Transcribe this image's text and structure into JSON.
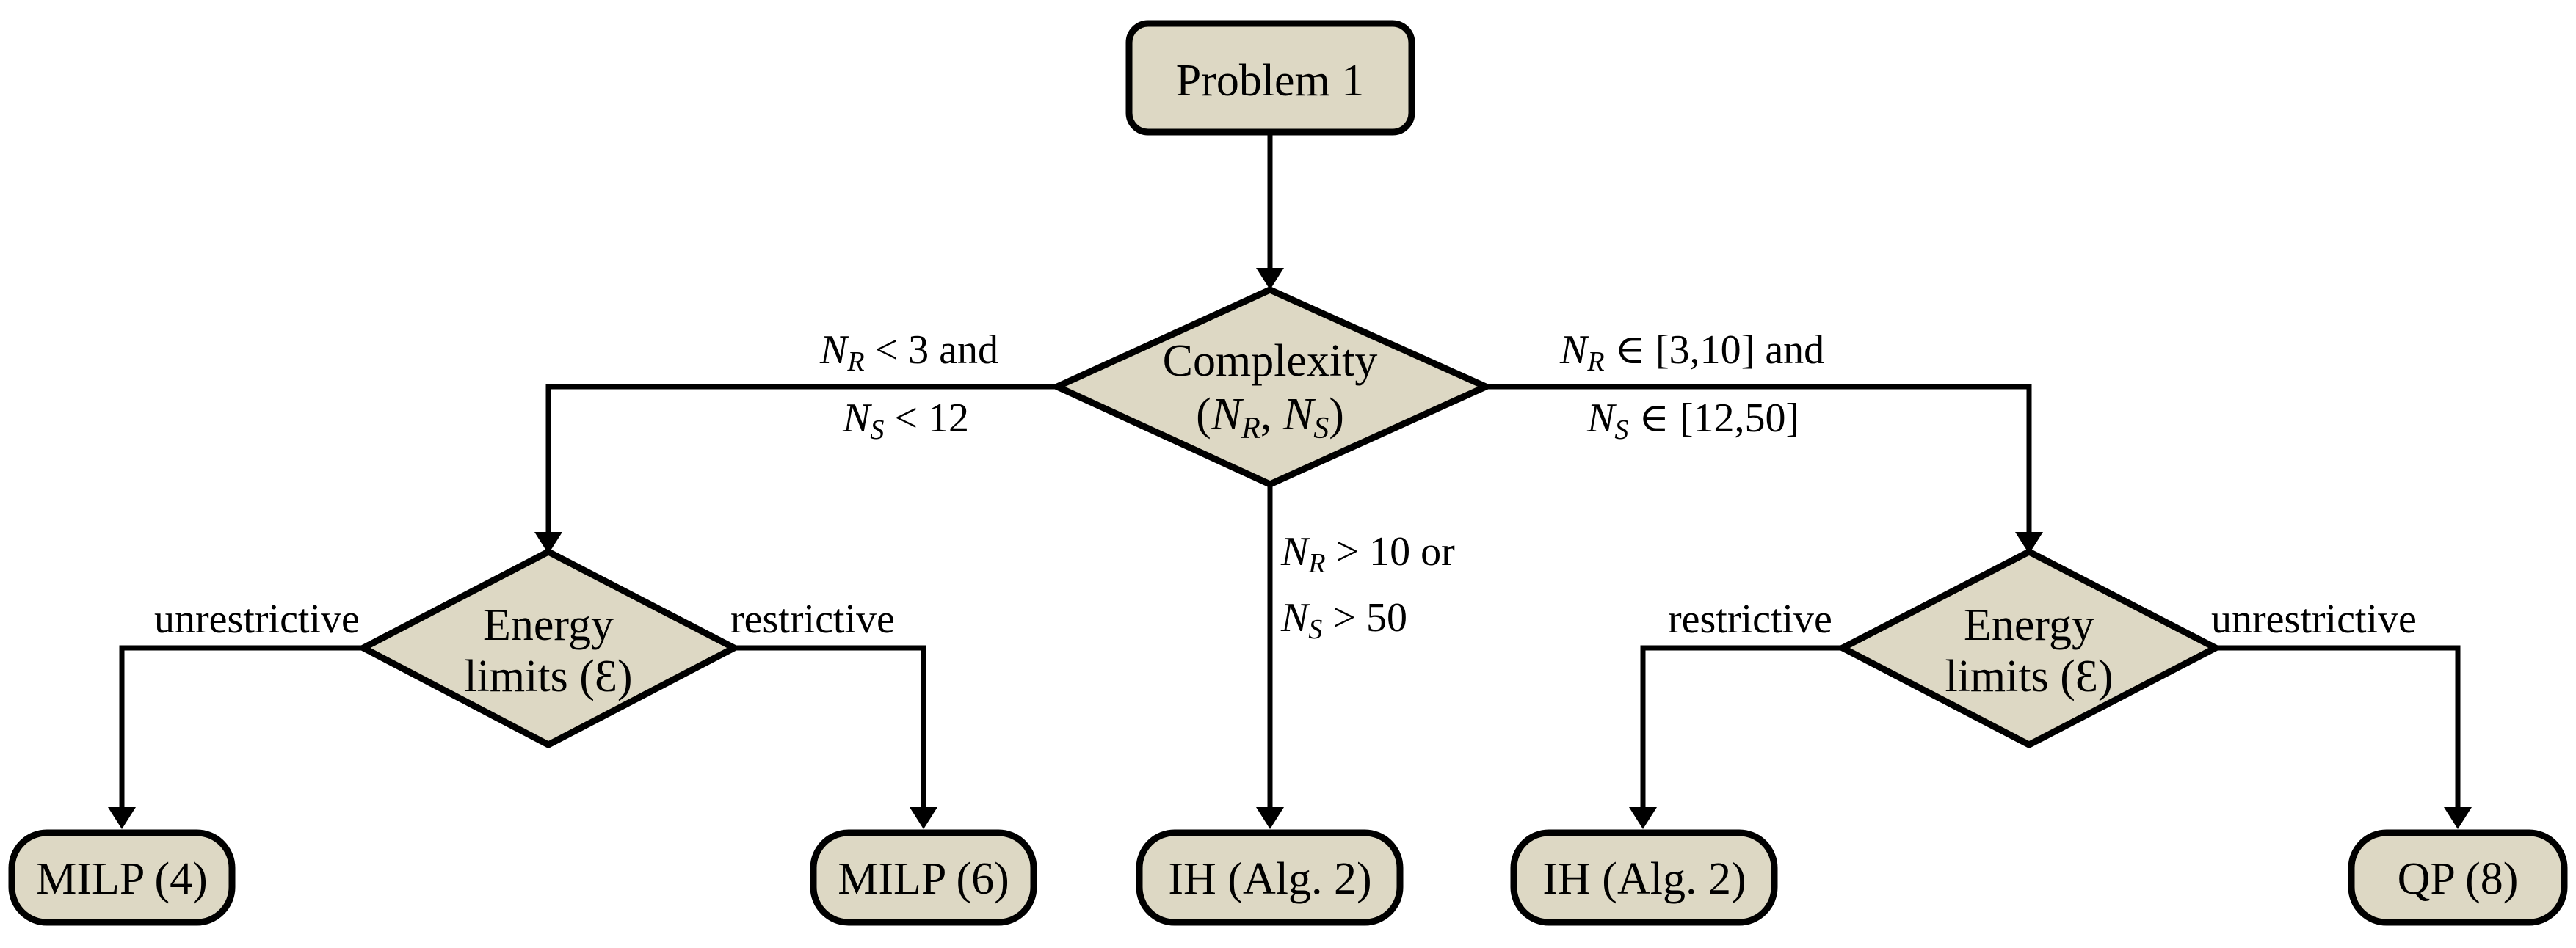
{
  "diagram": {
    "nodes": {
      "problem": "Problem 1",
      "complexity": {
        "line1": "Complexity",
        "line2_open": "(",
        "line2_math_a": "N",
        "line2_sub_a": "R",
        "line2_sep": ", ",
        "line2_math_b": "N",
        "line2_sub_b": "S",
        "line2_close": ")"
      },
      "energy_left": {
        "line1": "Energy",
        "line2": "limits (Ɛ)"
      },
      "energy_right": {
        "line1": "Energy",
        "line2": "limits (Ɛ)"
      },
      "milp4": "MILP (4)",
      "milp6": "MILP (6)",
      "ih_center": "IH (Alg. 2)",
      "ih_right": "IH (Alg. 2)",
      "qp8": "QP (8)"
    },
    "edges": {
      "left_cond": {
        "l1_var": "N",
        "l1_sub": "R",
        "l1_rest": " < 3 and",
        "l2_var": "N",
        "l2_sub": "S",
        "l2_rest": " < 12"
      },
      "right_cond": {
        "l1_var": "N",
        "l1_sub": "R",
        "l1_rest": " ∈ [3,10] and",
        "l2_var": "N",
        "l2_sub": "S",
        "l2_rest": " ∈ [12,50]"
      },
      "center_cond": {
        "l1_var": "N",
        "l1_sub": "R",
        "l1_rest": " > 10 or",
        "l2_var": "N",
        "l2_sub": "S",
        "l2_rest": " > 50"
      },
      "left_unrestrictive": "unrestrictive",
      "left_restrictive": "restrictive",
      "right_restrictive": "restrictive",
      "right_unrestrictive": "unrestrictive"
    },
    "colors": {
      "node_fill": "#ddd8c4",
      "stroke": "#000000"
    }
  }
}
